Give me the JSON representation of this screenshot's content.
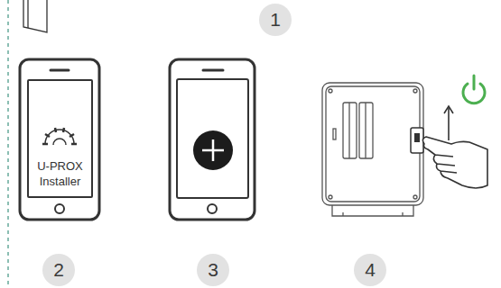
{
  "diagram": {
    "nodes": [
      {
        "text": [
          "1"
        ]
      },
      {
        "text": [
          "U-PROX Installer"
        ]
      },
      {
        "text": [
          "2"
        ]
      },
      {
        "text": [
          "3"
        ]
      },
      {
        "text": [
          "4"
        ]
      }
    ]
  }
}
